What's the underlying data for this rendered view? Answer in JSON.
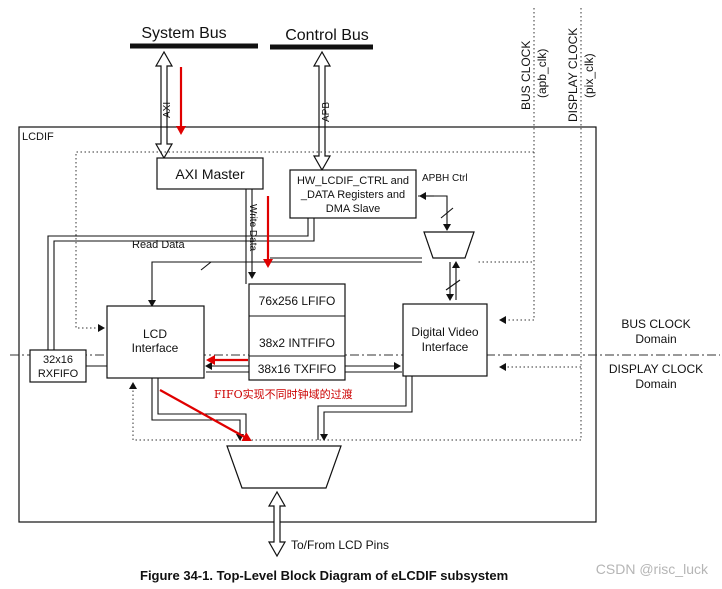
{
  "buses": {
    "system_bus": "System Bus",
    "control_bus": "Control Bus",
    "axi": "AXI",
    "apb": "APB"
  },
  "clocks": {
    "bus_clock": "BUS CLOCK",
    "bus_clock_sig": "(apb_clk)",
    "display_clock": "DISPLAY CLOCK",
    "display_clock_sig": "(pix_clk)"
  },
  "blocks": {
    "lcdif": "LCDIF",
    "axi_master": "AXI Master",
    "hw_regs_line1": "HW_LCDIF_CTRL and",
    "hw_regs_line2": "_DATA Registers and",
    "hw_regs_line3": "DMA Slave",
    "apbh_ctrl": "APBH Ctrl",
    "write_data": "Write Data",
    "read_data": "Read Data",
    "lcd_line1": "LCD",
    "lcd_line2": "Interface",
    "lfifo": "76x256 LFIFO",
    "intfifo": "38x2 INTFIFO",
    "txfifo": "38x16 TXFIFO",
    "dvi_line1": "Digital Video",
    "dvi_line2": "Interface",
    "rxfifo_line1": "32x16",
    "rxfifo_line2": "RXFIFO",
    "lcd_pins": "To/From LCD Pins"
  },
  "domains": {
    "bus_line1": "BUS CLOCK",
    "bus_line2": "Domain",
    "display_line1": "DISPLAY CLOCK",
    "display_line2": "Domain"
  },
  "annotation": "FIFO实现不同时钟域的过渡",
  "caption": "Figure 34-1. Top-Level Block Diagram of eLCDIF subsystem",
  "watermark": "CSDN @risc_luck",
  "colors": {
    "annotation_red": "#e00000",
    "ink": "#111111"
  }
}
